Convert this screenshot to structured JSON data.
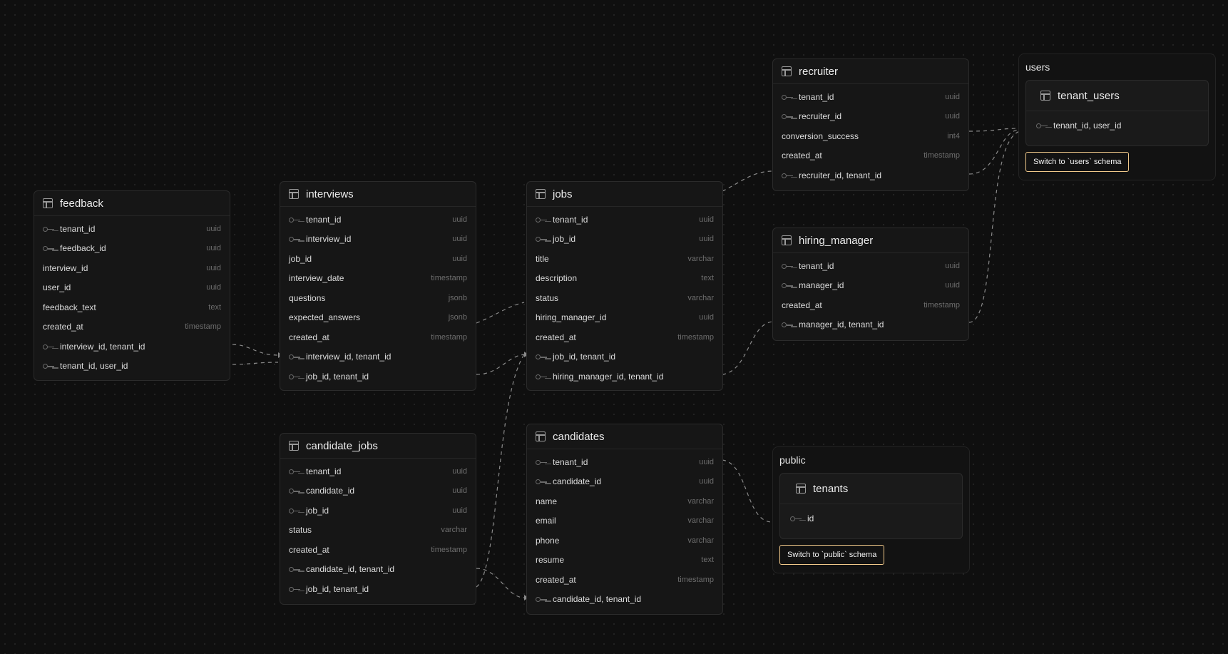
{
  "tables": {
    "feedback": {
      "name": "feedback",
      "columns": [
        {
          "name": "tenant_id",
          "type": "uuid",
          "key": true
        },
        {
          "name": "feedback_id",
          "type": "uuid",
          "key": true
        },
        {
          "name": "interview_id",
          "type": "uuid",
          "key": false
        },
        {
          "name": "user_id",
          "type": "uuid",
          "key": false
        },
        {
          "name": "feedback_text",
          "type": "text",
          "key": false
        },
        {
          "name": "created_at",
          "type": "timestamp",
          "key": false
        },
        {
          "name": "interview_id, tenant_id",
          "type": "",
          "key": true
        },
        {
          "name": "tenant_id, user_id",
          "type": "",
          "key": true
        }
      ]
    },
    "interviews": {
      "name": "interviews",
      "columns": [
        {
          "name": "tenant_id",
          "type": "uuid",
          "key": true
        },
        {
          "name": "interview_id",
          "type": "uuid",
          "key": true
        },
        {
          "name": "job_id",
          "type": "uuid",
          "key": false
        },
        {
          "name": "interview_date",
          "type": "timestamp",
          "key": false
        },
        {
          "name": "questions",
          "type": "jsonb",
          "key": false
        },
        {
          "name": "expected_answers",
          "type": "jsonb",
          "key": false
        },
        {
          "name": "created_at",
          "type": "timestamp",
          "key": false
        },
        {
          "name": "interview_id, tenant_id",
          "type": "",
          "key": true
        },
        {
          "name": "job_id, tenant_id",
          "type": "",
          "key": true
        }
      ]
    },
    "jobs": {
      "name": "jobs",
      "columns": [
        {
          "name": "tenant_id",
          "type": "uuid",
          "key": true
        },
        {
          "name": "job_id",
          "type": "uuid",
          "key": true
        },
        {
          "name": "title",
          "type": "varchar",
          "key": false
        },
        {
          "name": "description",
          "type": "text",
          "key": false
        },
        {
          "name": "status",
          "type": "varchar",
          "key": false
        },
        {
          "name": "hiring_manager_id",
          "type": "uuid",
          "key": false
        },
        {
          "name": "created_at",
          "type": "timestamp",
          "key": false
        },
        {
          "name": "job_id, tenant_id",
          "type": "",
          "key": true
        },
        {
          "name": "hiring_manager_id, tenant_id",
          "type": "",
          "key": true
        }
      ]
    },
    "candidate_jobs": {
      "name": "candidate_jobs",
      "columns": [
        {
          "name": "tenant_id",
          "type": "uuid",
          "key": true
        },
        {
          "name": "candidate_id",
          "type": "uuid",
          "key": true
        },
        {
          "name": "job_id",
          "type": "uuid",
          "key": true
        },
        {
          "name": "status",
          "type": "varchar",
          "key": false
        },
        {
          "name": "created_at",
          "type": "timestamp",
          "key": false
        },
        {
          "name": "candidate_id, tenant_id",
          "type": "",
          "key": true
        },
        {
          "name": "job_id, tenant_id",
          "type": "",
          "key": true
        }
      ]
    },
    "candidates": {
      "name": "candidates",
      "columns": [
        {
          "name": "tenant_id",
          "type": "uuid",
          "key": true
        },
        {
          "name": "candidate_id",
          "type": "uuid",
          "key": true
        },
        {
          "name": "name",
          "type": "varchar",
          "key": false
        },
        {
          "name": "email",
          "type": "varchar",
          "key": false
        },
        {
          "name": "phone",
          "type": "varchar",
          "key": false
        },
        {
          "name": "resume",
          "type": "text",
          "key": false
        },
        {
          "name": "created_at",
          "type": "timestamp",
          "key": false
        },
        {
          "name": "candidate_id, tenant_id",
          "type": "",
          "key": true
        }
      ]
    },
    "recruiter": {
      "name": "recruiter",
      "columns": [
        {
          "name": "tenant_id",
          "type": "uuid",
          "key": true
        },
        {
          "name": "recruiter_id",
          "type": "uuid",
          "key": true
        },
        {
          "name": "conversion_success",
          "type": "int4",
          "key": false
        },
        {
          "name": "created_at",
          "type": "timestamp",
          "key": false
        },
        {
          "name": "recruiter_id, tenant_id",
          "type": "",
          "key": true
        }
      ]
    },
    "hiring_manager": {
      "name": "hiring_manager",
      "columns": [
        {
          "name": "tenant_id",
          "type": "uuid",
          "key": true
        },
        {
          "name": "manager_id",
          "type": "uuid",
          "key": true
        },
        {
          "name": "created_at",
          "type": "timestamp",
          "key": false
        },
        {
          "name": "manager_id, tenant_id",
          "type": "",
          "key": true
        }
      ]
    },
    "tenant_users": {
      "name": "tenant_users",
      "columns": [
        {
          "name": "tenant_id, user_id",
          "type": "",
          "key": true
        }
      ]
    },
    "tenants": {
      "name": "tenants",
      "columns": [
        {
          "name": "id",
          "type": "",
          "key": true
        }
      ]
    }
  },
  "schemas": {
    "users": {
      "title": "users",
      "switch_label": "Switch to `users` schema"
    },
    "public": {
      "title": "public",
      "switch_label": "Switch to `public` schema"
    }
  },
  "colors": {
    "background": "#0f0f0f",
    "table_bg": "#161616",
    "edge": "#8a8a8a",
    "switch_border": "#f0c88a"
  }
}
